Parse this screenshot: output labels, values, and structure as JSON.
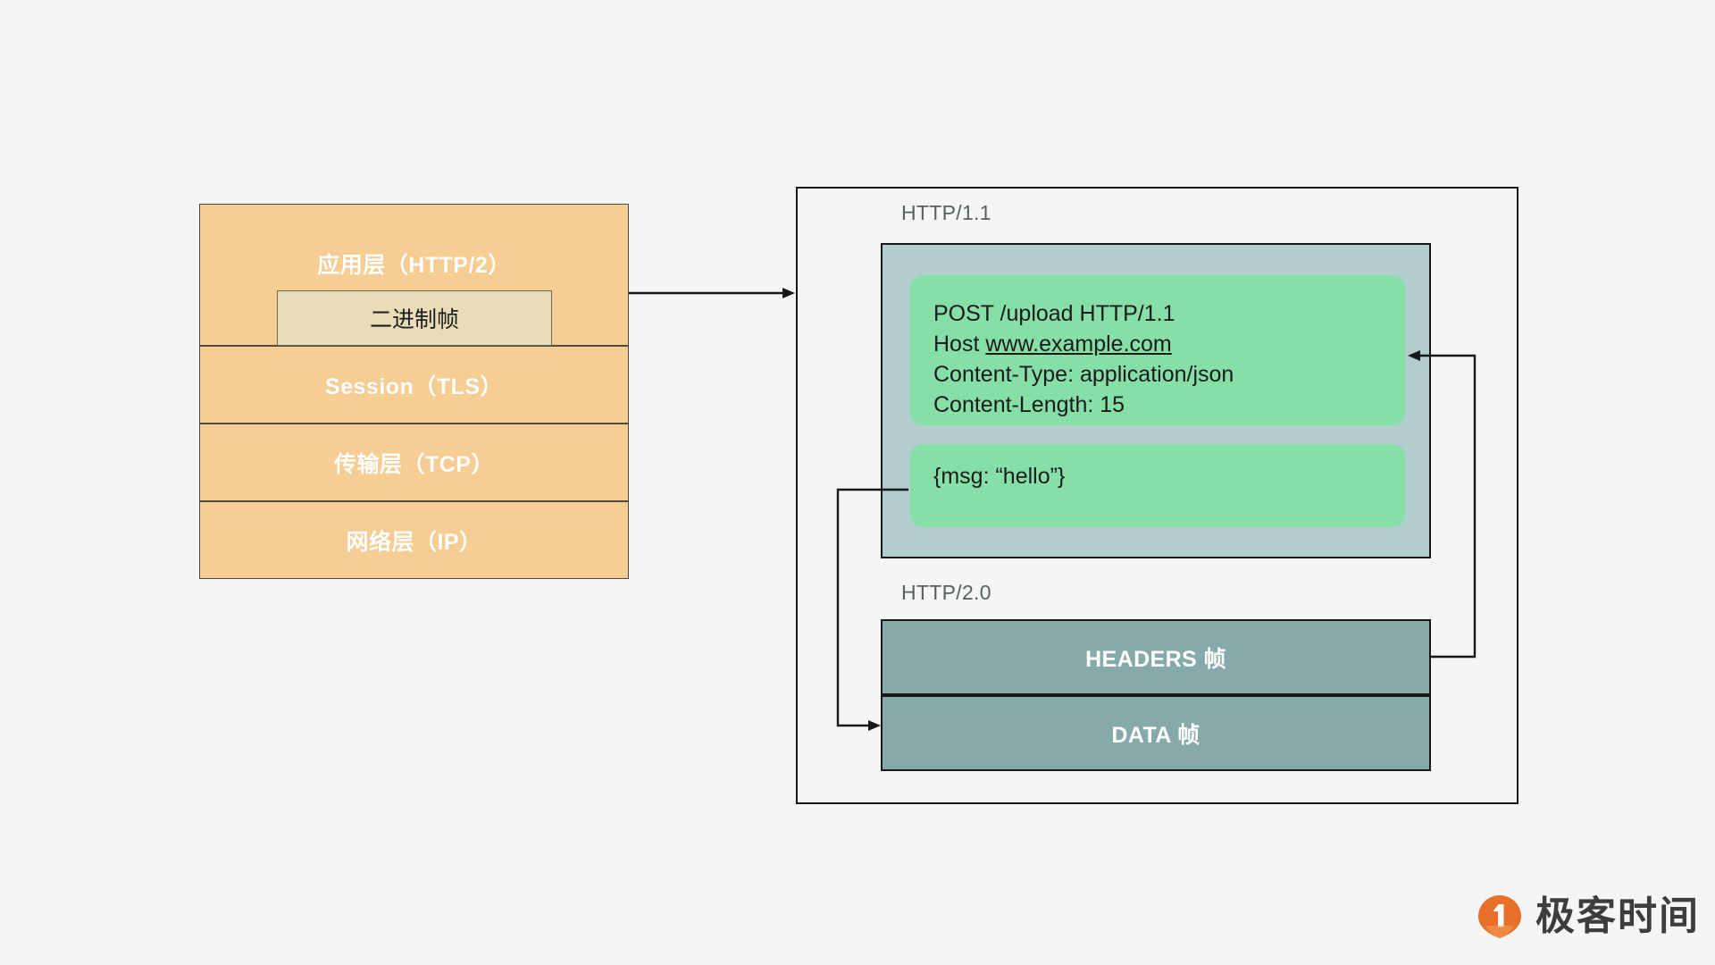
{
  "diagram": {
    "background_color": "#f4f5f5",
    "stroke_color": "#16181a"
  },
  "stack": {
    "title_layers": [
      {
        "label": "应用层（HTTP/2）",
        "color": "#f6cd92"
      },
      {
        "label": "Session（TLS）",
        "color": "#f6cd92"
      },
      {
        "label": "传输层（TCP）",
        "color": "#f6cd92"
      },
      {
        "label": "网络层（IP）",
        "color": "#f6cd92"
      }
    ],
    "inner_box": {
      "label": "二进制帧",
      "color": "#e9dcb9"
    }
  },
  "right_panel": {
    "http11": {
      "section_label": "HTTP/1.1",
      "container_color": "#b2cdcb",
      "head_color": "#87dfa8",
      "head_lines": [
        "POST /upload HTTP/1.1",
        "Host ",
        "Content-Type: application/json",
        "Content-Length: 15"
      ],
      "head_line_1": "POST /upload HTTP/1.1",
      "head_line_2_prefix": "Host ",
      "head_line_2_link": "www.example.com",
      "head_line_3": "Content-Type: application/json",
      "head_line_4": "Content-Length: 15",
      "body_text": "{msg: “hello”}"
    },
    "http2": {
      "section_label": "HTTP/2.0",
      "frame_color": "#86aaa9",
      "frames": [
        {
          "label": "HEADERS 帧"
        },
        {
          "label": "DATA 帧"
        }
      ]
    }
  },
  "connectors": [
    {
      "name": "stack-to-panel",
      "from": "应用层（HTTP/2）",
      "to": "HTTP/1.1 容器"
    },
    {
      "name": "headers-frame-to-request-head",
      "from": "HEADERS 帧",
      "to": "POST /upload HTTP/1.1"
    },
    {
      "name": "request-body-to-data-frame",
      "from": "{msg: “hello”}",
      "to": "DATA 帧"
    }
  ],
  "watermark": {
    "brand": "极客时间",
    "logo_color": "#e8702a",
    "text_color": "#3d3d3d"
  }
}
